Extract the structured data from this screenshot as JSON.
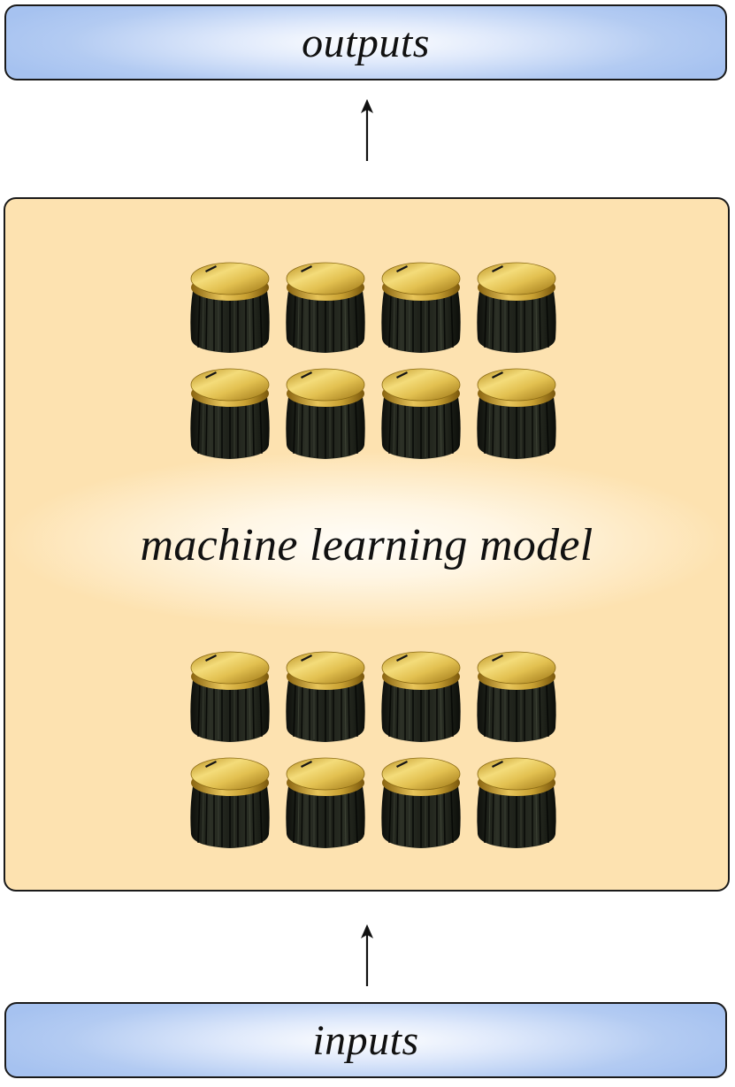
{
  "outputs": {
    "label": "outputs"
  },
  "inputs": {
    "label": "inputs"
  },
  "model": {
    "label": "machine learning model"
  },
  "knobs": {
    "groups": [
      {
        "rows": 2,
        "cols": 4
      },
      {
        "rows": 2,
        "cols": 4
      }
    ],
    "icon": "knob-icon"
  },
  "colors": {
    "io_fill": "#b3cbf2",
    "model_fill": "#fde2b0",
    "knob_cap": "#d8b23a",
    "knob_body": "#1f2219",
    "outline": "#1a1a1a"
  }
}
